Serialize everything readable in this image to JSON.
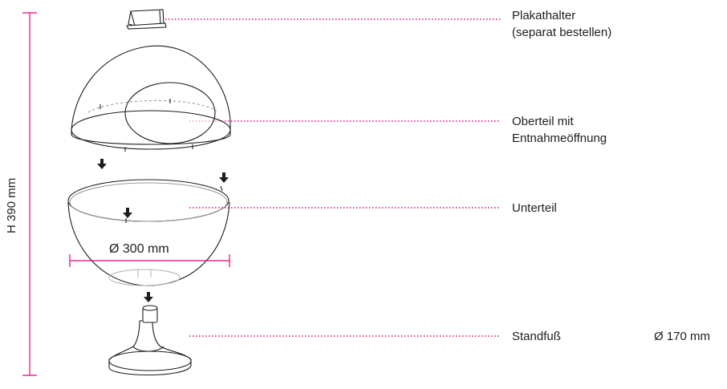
{
  "colors": {
    "accent": "#e6007e",
    "line": "#1e1e1e",
    "shade": "#8a8a8a"
  },
  "labels": {
    "holder": {
      "line1": "Plakathalter",
      "line2": "(separat bestellen)"
    },
    "top": {
      "line1": "Oberteil mit",
      "line2": "Entnahmeöffnung"
    },
    "bottom": {
      "line1": "Unterteil"
    },
    "base": {
      "line1": "Standfuß",
      "size": "Ø 170 mm"
    }
  },
  "dimensions": {
    "height": "H 390 mm",
    "diameter": "Ø 300 mm"
  },
  "icons": [
    "arrow-down-icon"
  ]
}
